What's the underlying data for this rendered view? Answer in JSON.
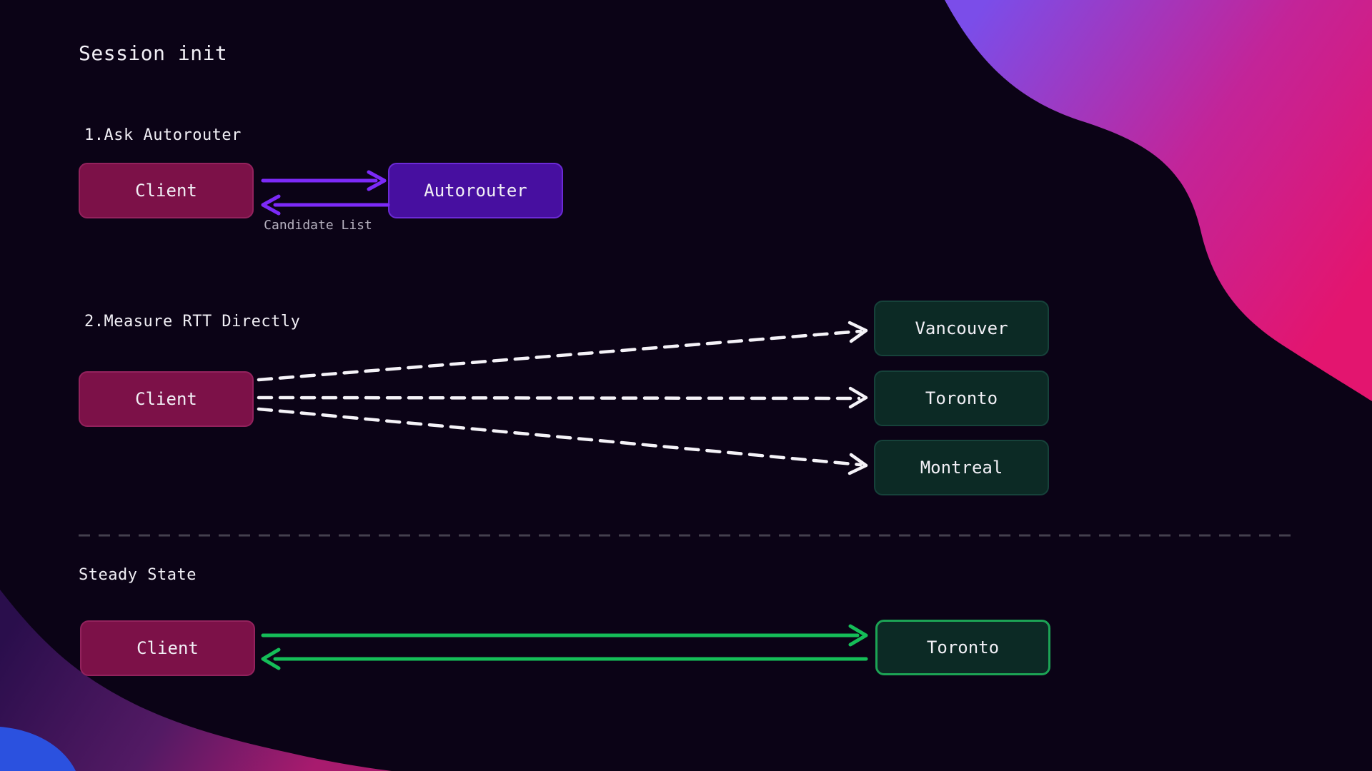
{
  "title": "Session init",
  "sections": {
    "ask_autorouter": {
      "heading": "1.Ask Autorouter",
      "client_label": "Client",
      "autorouter_label": "Autorouter",
      "response_label": "Candidate List"
    },
    "measure_rtt": {
      "heading": "2.Measure RTT Directly",
      "client_label": "Client",
      "targets": [
        "Vancouver",
        "Toronto",
        "Montreal"
      ]
    },
    "steady_state": {
      "heading": "Steady State",
      "client_label": "Client",
      "selected_target": "Toronto"
    }
  },
  "colors": {
    "background": "#0b0316",
    "text": "#f2f0f6",
    "muted_text": "#b7b2c0",
    "client_fill": "#7c1148",
    "client_border": "#93225d",
    "autorouter_fill": "#470fa0",
    "autorouter_border": "#6c2ad6",
    "city_fill": "#0c2a25",
    "city_border": "#16423a",
    "selected_border": "#1ca355",
    "purple_arrow": "#7c2af8",
    "green_arrow": "#15bd58",
    "white_arrow": "#f5f3f8",
    "divider": "#44404e",
    "blob_violet": "#7b4de9",
    "blob_magenta": "#e31570",
    "blob_dark_purple": "#2a0e4c",
    "blob_pink": "#a81b6e",
    "blob_blue": "#2b51df"
  }
}
